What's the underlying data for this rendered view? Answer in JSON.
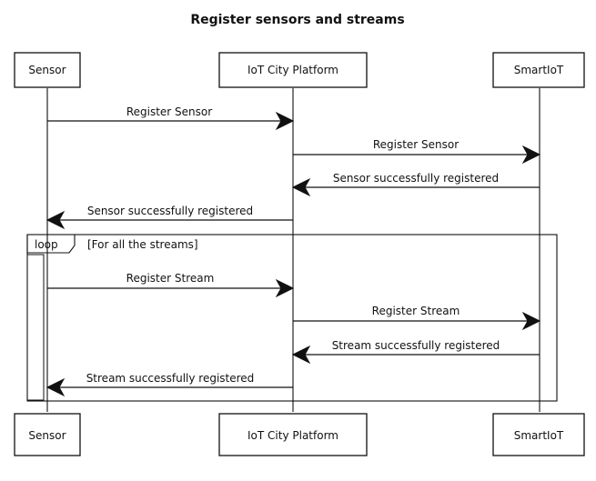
{
  "title": "Register sensors and streams",
  "participants": [
    {
      "id": "sensor",
      "label": "Sensor"
    },
    {
      "id": "platform",
      "label": "IoT City Platform"
    },
    {
      "id": "smartiot",
      "label": "SmartIoT"
    }
  ],
  "messages": [
    {
      "from": "sensor",
      "to": "platform",
      "label": "Register Sensor"
    },
    {
      "from": "platform",
      "to": "smartiot",
      "label": "Register Sensor"
    },
    {
      "from": "smartiot",
      "to": "platform",
      "label": "Sensor successfully registered"
    },
    {
      "from": "platform",
      "to": "sensor",
      "label": "Sensor successfully registered"
    },
    {
      "from": "sensor",
      "to": "platform",
      "label": "Register Stream"
    },
    {
      "from": "platform",
      "to": "smartiot",
      "label": "Register Stream"
    },
    {
      "from": "smartiot",
      "to": "platform",
      "label": "Stream successfully registered"
    },
    {
      "from": "platform",
      "to": "sensor",
      "label": "Stream successfully registered"
    }
  ],
  "loop": {
    "keyword": "loop",
    "condition": "[For all the streams]"
  }
}
